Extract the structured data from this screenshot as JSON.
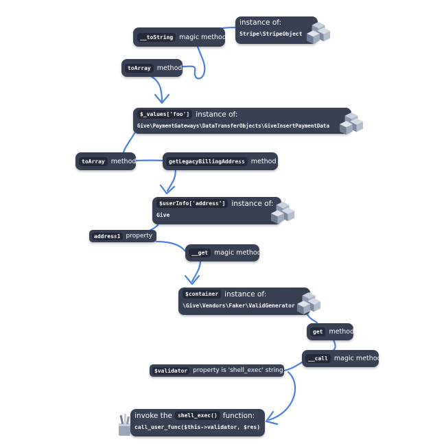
{
  "nodes": {
    "tostring": {
      "code": "__toString",
      "label": "magic method"
    },
    "stripe": {
      "title": "instance of:",
      "value": "Stripe\\StripeObject"
    },
    "toarray1": {
      "code": "toArray",
      "label": "method"
    },
    "values": {
      "code": "$_values['foo']",
      "title": "instance of:",
      "value": "Give\\PaymentGateways\\DataTransferObjects\\GiveInsertPaymentData"
    },
    "toarray2": {
      "code": "toArray",
      "label": "method"
    },
    "legacy": {
      "code": "getLegacyBillingAddress",
      "label": "method"
    },
    "userinfo": {
      "code": "$userInfo['address']",
      "title": "instance of:",
      "value": "Give"
    },
    "address1": {
      "code": "address1",
      "label": "property"
    },
    "get_magic": {
      "code": "__get",
      "label": "magic method"
    },
    "container": {
      "code": "$container",
      "title": "instance of:",
      "value": "\\Give\\Vendors\\Faker\\ValidGenerator"
    },
    "get_method": {
      "code": "get",
      "label": "method"
    },
    "call_magic": {
      "code": "__call",
      "label": "magic method"
    },
    "validator": {
      "code": "$validator",
      "label": "property is 'shell_exec' string"
    },
    "invoke": {
      "prefix": "invoke the",
      "code": "shell_exec()",
      "suffix": "function:",
      "value": "call_user_func($this->validator, $res)"
    }
  },
  "icons": [
    "cube-stack-icon",
    "pencil-cup-icon"
  ],
  "colors": {
    "connector": "#4a7fe0",
    "node_bg": "#3a4054",
    "chip_bg": "#252a3a"
  }
}
